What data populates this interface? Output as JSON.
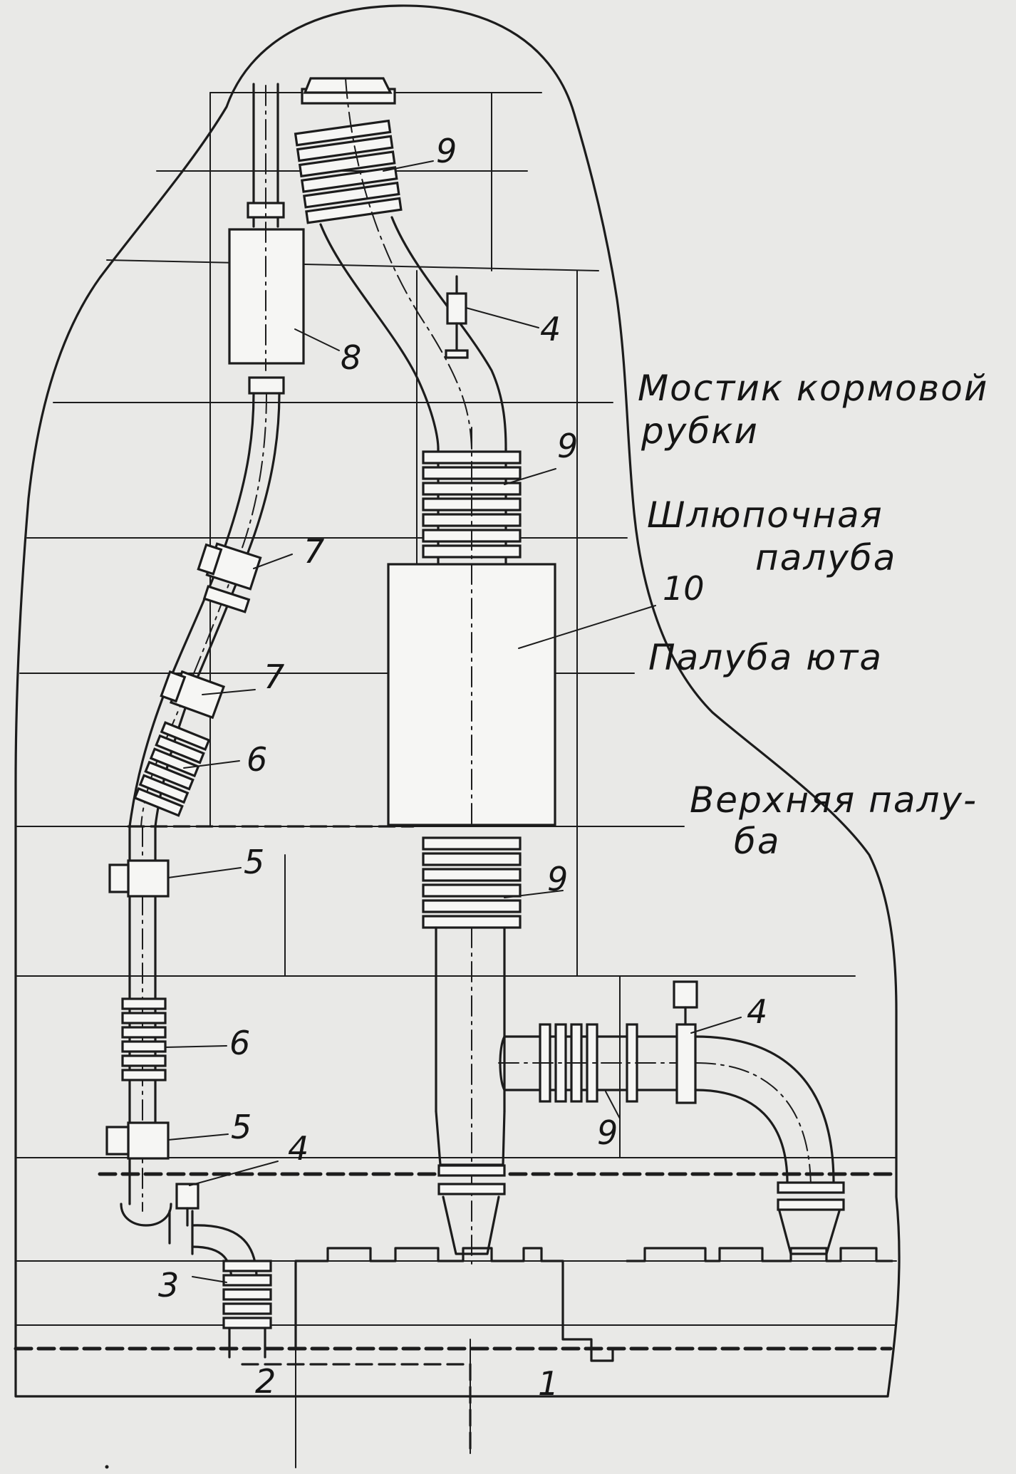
{
  "callouts": {
    "n1": "1",
    "n2": "2",
    "n3": "3",
    "n4_top": "4",
    "n4_right": "4",
    "n4_left": "4",
    "n5_upper": "5",
    "n5_lower": "5",
    "n6_upper": "6",
    "n6_lower": "6",
    "n7_upper": "7",
    "n7_lower": "7",
    "n8": "8",
    "n9_top": "9",
    "n9_mid": "9",
    "n9_low": "9",
    "n9_branch": "9",
    "n10": "10"
  },
  "deck_labels": {
    "bridge_line1": "Мостик кормовой",
    "bridge_line2": "рубки",
    "boat_line1": "Шлюпочная",
    "boat_line2": "палуба",
    "poop": "Палуба юта",
    "upper_line1": "Верхняя палу-",
    "upper_line2": "ба"
  }
}
